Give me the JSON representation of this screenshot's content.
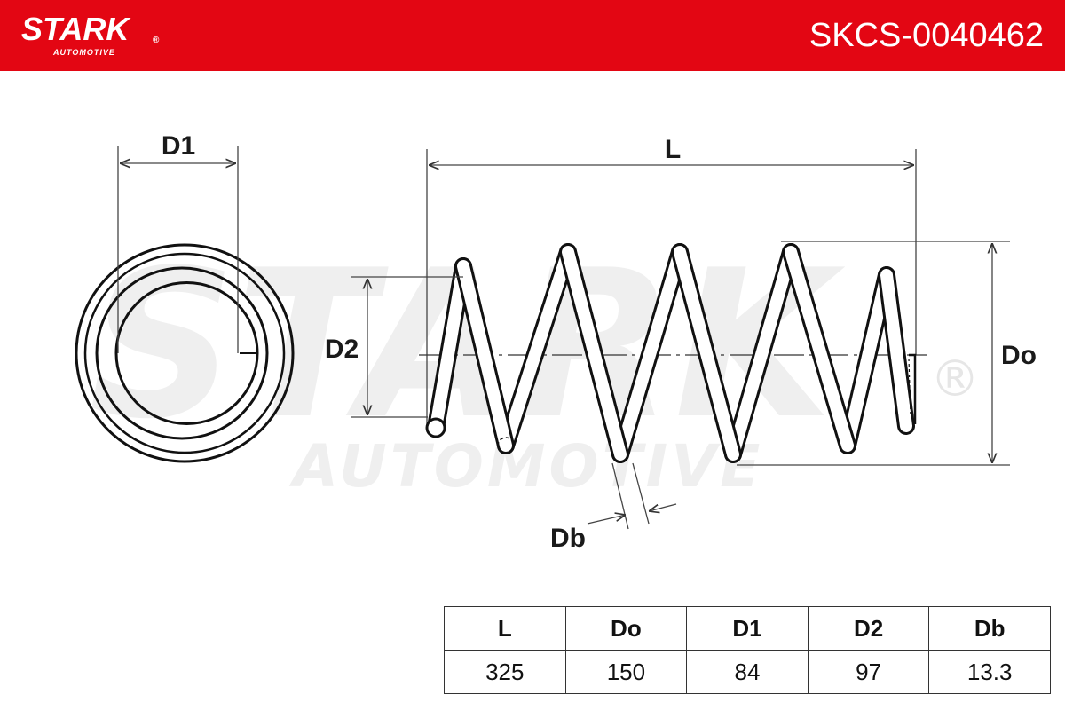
{
  "header": {
    "brand": "STARK",
    "brand_sub": "AUTOMOTIVE",
    "brand_reg": "®",
    "part_number": "SKCS-0040462",
    "color": "#e30613"
  },
  "watermark": {
    "main": "STARK",
    "sub": "AUTOMOTIVE",
    "reg": "®"
  },
  "diagram": {
    "labels": {
      "d1": "D1",
      "l": "L",
      "d2": "D2",
      "do": "Do",
      "db": "Db"
    }
  },
  "specs": {
    "headers": [
      "L",
      "Do",
      "D1",
      "D2",
      "Db"
    ],
    "values": [
      "325",
      "150",
      "84",
      "97",
      "13.3"
    ]
  }
}
